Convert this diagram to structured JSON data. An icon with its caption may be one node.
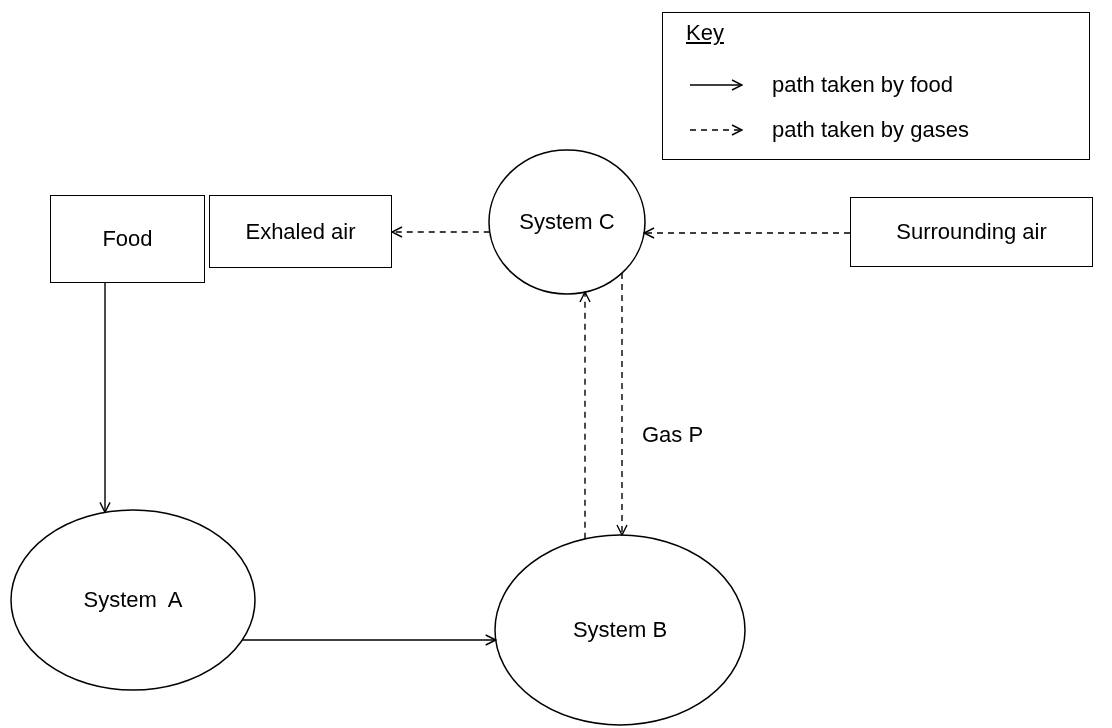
{
  "diagram": {
    "nodes": [
      {
        "text": [
          "Food"
        ]
      },
      {
        "text": [
          "Exhaled air"
        ]
      },
      {
        "text": [
          "System C"
        ]
      },
      {
        "text": [
          "Surrounding air"
        ]
      },
      {
        "text": [
          "System  A"
        ]
      },
      {
        "text": [
          "System B"
        ]
      }
    ],
    "edges": [
      {
        "from": 0,
        "to": 4,
        "arrow": "to"
      },
      {
        "from": 4,
        "to": 5,
        "arrow": "to"
      },
      {
        "from": 2,
        "to": 1,
        "arrow": "to",
        "style": "dashed"
      },
      {
        "from": 3,
        "to": 2,
        "arrow": "to",
        "style": "dashed"
      },
      {
        "from": 5,
        "to": 2,
        "arrow": "to",
        "style": "dashed"
      },
      {
        "from": 2,
        "to": 5,
        "arrow": "to",
        "style": "dashed",
        "label": "Gas P"
      }
    ],
    "labels": [
      "Key"
    ],
    "legend": [
      {
        "text": "path taken by food"
      },
      {
        "text": "path taken by gases"
      }
    ]
  }
}
